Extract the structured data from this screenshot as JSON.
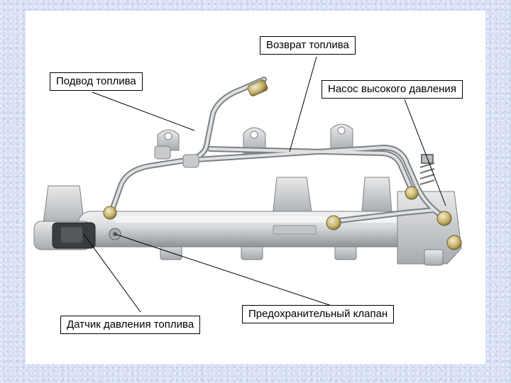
{
  "labels": {
    "fuel_return": "Возврат топлива",
    "fuel_supply": "Подвод топлива",
    "high_pressure_pump": "Насос высокого давления",
    "fuel_pressure_sensor": "Датчик давления топлива",
    "safety_valve": "Предохранительный клапан"
  },
  "colors": {
    "background": "#d8e0f4",
    "panel": "#ffffff",
    "metal_light": "#e4e6e8",
    "metal_mid": "#b9bcbf",
    "metal_dark": "#7d8186",
    "brass": "#c9b56a",
    "sensor": "#3a3d40"
  }
}
